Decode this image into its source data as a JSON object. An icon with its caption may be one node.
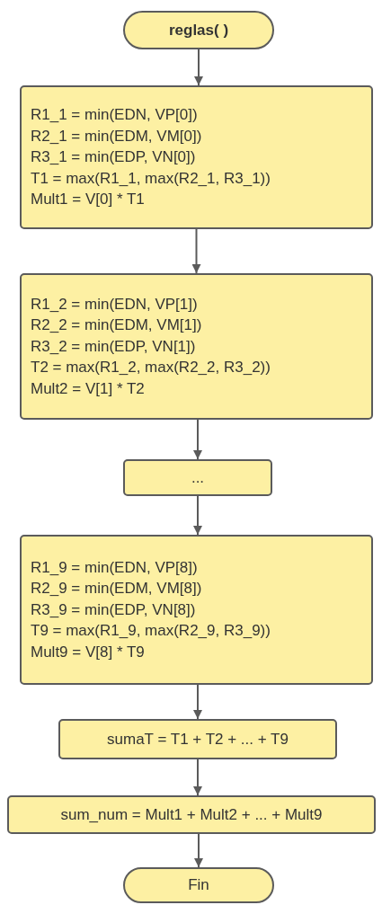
{
  "diagram": {
    "nodes": [
      {
        "text": [
          "reglas( )"
        ]
      },
      {
        "text": [
          "R1_1 = min(EDN, VP[0])",
          "R2_1 = min(EDM, VM[0])",
          "R3_1 = min(EDP, VN[0])",
          "T1 = max(R1_1, max(R2_1, R3_1))",
          "Mult1 = V[0] * T1"
        ]
      },
      {
        "text": [
          "R1_2 = min(EDN, VP[1])",
          "R2_2 = min(EDM, VM[1])",
          "R3_2 = min(EDP, VN[1])",
          "T2 = max(R1_2, max(R2_2, R3_2))",
          "Mult2 = V[1] * T2"
        ]
      },
      {
        "text": [
          "..."
        ]
      },
      {
        "text": [
          "R1_9 = min(EDN, VP[8])",
          "R2_9 = min(EDM, VM[8])",
          "R3_9 = min(EDP, VN[8])",
          "T9 = max(R1_9, max(R2_9, R3_9))",
          "Mult9 = V[8] * T9"
        ]
      },
      {
        "text": [
          "sumaT = T1 + T2 + ... + T9"
        ]
      },
      {
        "text": [
          "sum_num = Mult1 + Mult2 + ... + Mult9"
        ]
      },
      {
        "text": [
          "Fin"
        ]
      }
    ],
    "edges": [
      {
        "from": 0,
        "to": 1,
        "arrow": "to"
      },
      {
        "from": 1,
        "to": 2,
        "arrow": "to"
      },
      {
        "from": 2,
        "to": 3,
        "arrow": "to"
      },
      {
        "from": 3,
        "to": 4,
        "arrow": "to"
      },
      {
        "from": 4,
        "to": 5,
        "arrow": "to"
      },
      {
        "from": 5,
        "to": 6,
        "arrow": "to"
      },
      {
        "from": 6,
        "to": 7,
        "arrow": "to"
      }
    ]
  }
}
